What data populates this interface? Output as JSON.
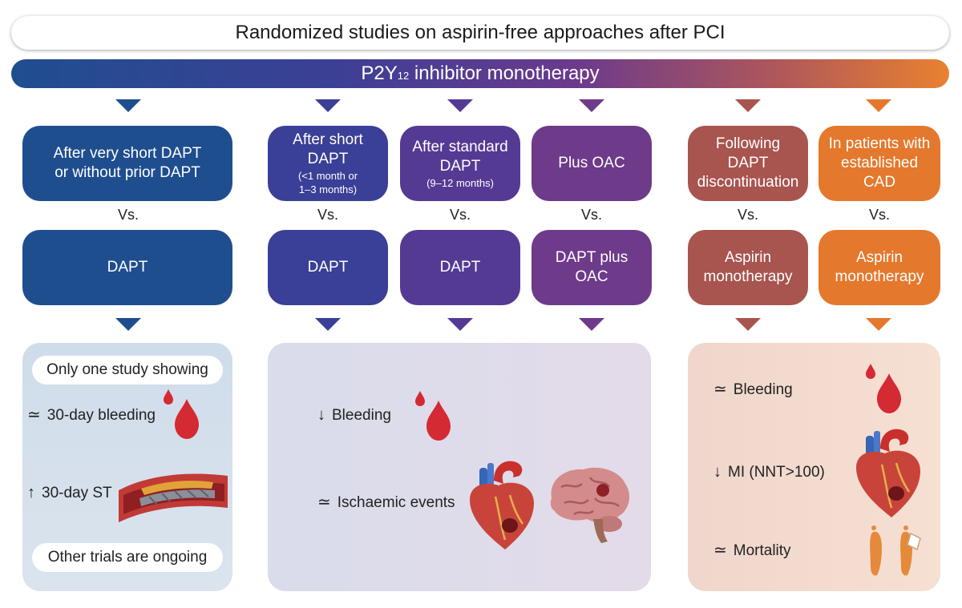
{
  "header": {
    "title": "Randomized studies on aspirin-free approaches after PCI",
    "band_main": "P2Y",
    "band_sub": "12",
    "band_rest": " inhibitor monotherapy"
  },
  "vs_label": "Vs.",
  "columns": [
    {
      "top_line1": "After very short DAPT",
      "top_line2": "or without prior DAPT",
      "bottom": "DAPT"
    },
    {
      "top_line1": "After short",
      "top_line2": "DAPT",
      "top_small1": "(<1 month or",
      "top_small2": "1–3 months)",
      "bottom": "DAPT"
    },
    {
      "top_line1": "After standard",
      "top_line2": "DAPT",
      "top_small1": "(9–12 months)",
      "bottom": "DAPT"
    },
    {
      "top_line1": "Plus OAC",
      "bottom_line1": "DAPT plus",
      "bottom_line2": "OAC"
    },
    {
      "top_line1": "Following",
      "top_line2": "DAPT",
      "top_line3": "discontinuation",
      "bottom_line1": "Aspirin",
      "bottom_line2": "monotherapy"
    },
    {
      "top_line1": "In patients with",
      "top_line2": "established",
      "top_line3": "CAD",
      "bottom_line1": "Aspirin",
      "bottom_line2": "monotherapy"
    }
  ],
  "outcomes_left": {
    "pill_top": "Only one study showing",
    "bleeding_symbol": "≃",
    "bleeding": "30-day bleeding",
    "st_symbol": "↑",
    "st": "30-day ST",
    "pill_bottom": "Other trials are ongoing"
  },
  "outcomes_middle": {
    "bleeding_symbol": "↓",
    "bleeding": "Bleeding",
    "ischaemic_symbol": "≃",
    "ischaemic": "Ischaemic events"
  },
  "outcomes_right": {
    "bleeding_symbol": "≃",
    "bleeding": "Bleeding",
    "mi_symbol": "↓",
    "mi": "MI (NNT>100)",
    "mortality_symbol": "≃",
    "mortality": "Mortality"
  },
  "colors": {
    "col1": "#1f4e8f",
    "col2": "#3a3f97",
    "col3": "#553a94",
    "col4": "#6e3a8a",
    "col5": "#a8544f",
    "col6": "#e4782d",
    "blood": "#d42a34"
  },
  "icons": [
    "blood-drop-icon",
    "stent-artery-icon",
    "heart-icon",
    "brain-icon",
    "feet-toe-tag-icon"
  ]
}
